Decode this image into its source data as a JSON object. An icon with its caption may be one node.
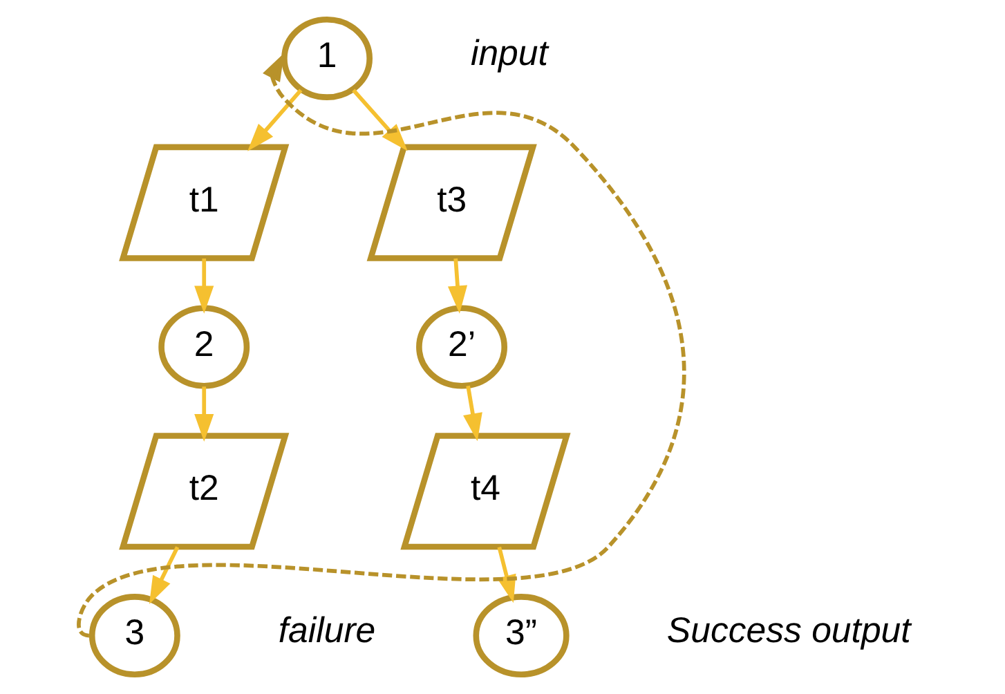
{
  "diagram": {
    "nodes": [
      {
        "text": [
          "1"
        ],
        "beside": [
          "input"
        ]
      },
      {
        "text": [
          "t1"
        ]
      },
      {
        "text": [
          "t3"
        ]
      },
      {
        "text": [
          "2"
        ]
      },
      {
        "text": [
          "2’"
        ]
      },
      {
        "text": [
          "t2"
        ]
      },
      {
        "text": [
          "t4"
        ]
      },
      {
        "text": [
          "3"
        ],
        "beside": [
          "failure"
        ]
      },
      {
        "text": [
          "3”"
        ],
        "beside": [
          "Success output"
        ]
      }
    ],
    "edges": [
      {
        "from": 0,
        "to": 1,
        "arrow": "to"
      },
      {
        "from": 0,
        "to": 2,
        "arrow": "to"
      },
      {
        "from": 1,
        "to": 3,
        "arrow": "to"
      },
      {
        "from": 2,
        "to": 4,
        "arrow": "to"
      },
      {
        "from": 3,
        "to": 5,
        "arrow": "to"
      },
      {
        "from": 4,
        "to": 6,
        "arrow": "to"
      },
      {
        "from": 5,
        "to": 7,
        "arrow": "to"
      },
      {
        "from": 6,
        "to": 8,
        "arrow": "to"
      },
      {
        "from": 7,
        "to": 0,
        "arrow": "to",
        "style": "dashed",
        "color": "#b8922a"
      }
    ]
  }
}
